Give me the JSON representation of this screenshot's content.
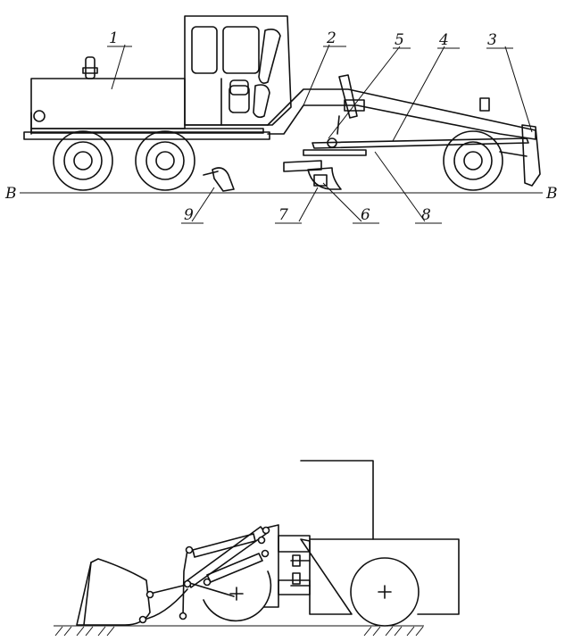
{
  "grader": {
    "callouts": [
      {
        "id": "c1",
        "text": "1"
      },
      {
        "id": "c2",
        "text": "2"
      },
      {
        "id": "c3",
        "text": "3"
      },
      {
        "id": "c4",
        "text": "4"
      },
      {
        "id": "c5",
        "text": "5"
      },
      {
        "id": "c6",
        "text": "6"
      },
      {
        "id": "c7",
        "text": "7"
      },
      {
        "id": "c8",
        "text": "8"
      },
      {
        "id": "c9",
        "text": "9"
      }
    ],
    "ground_left": "B",
    "ground_right": "B"
  }
}
